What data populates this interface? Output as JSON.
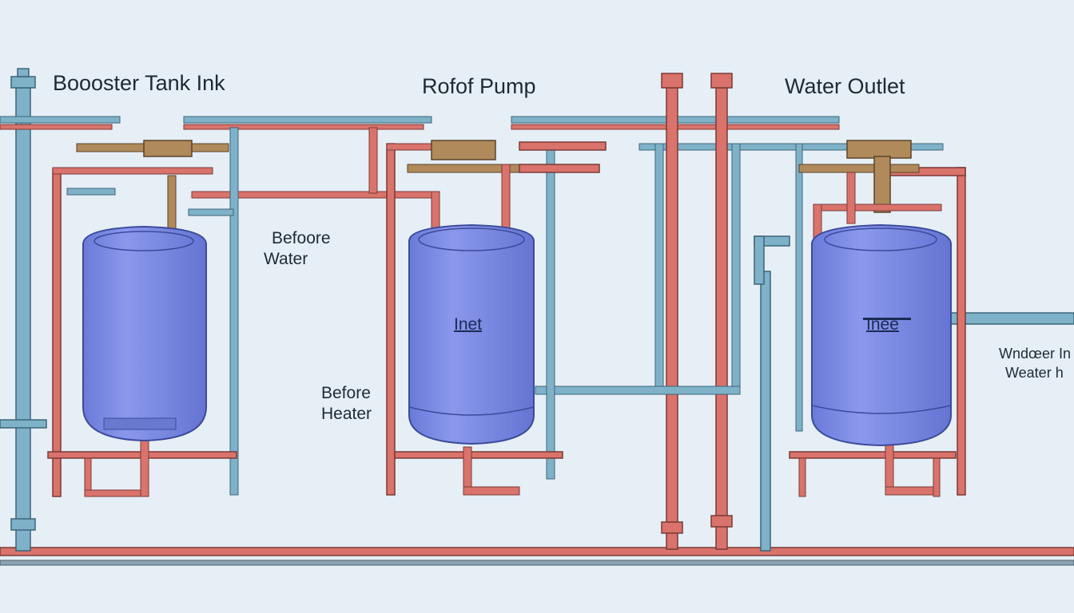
{
  "labels": {
    "booster": "Boooster Tank Ink",
    "pump": "Rofof Pump",
    "outlet": "Water Outlet",
    "before_water": [
      "Befoore",
      "Water"
    ],
    "before_heater": [
      "Before",
      "Heater"
    ],
    "tank2": "Inet",
    "tank3": "Inee",
    "right_edge": [
      "Wndœer In",
      "Weater h"
    ]
  },
  "colors": {
    "background": "#e6eef6",
    "tank": "#7f8ee6",
    "tank_edge": "#3b4a9a",
    "hot_pipe": "#d9736b",
    "cold_pipe": "#7fb2c9",
    "valve": "#b08a5a"
  }
}
